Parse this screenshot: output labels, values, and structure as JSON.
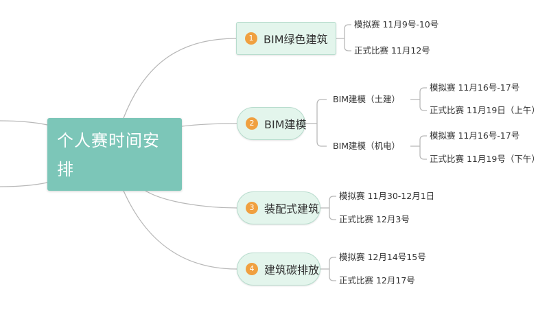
{
  "root": {
    "title": "个人赛时间安排"
  },
  "categories": [
    {
      "num": "1",
      "label": "BIM绿色建筑"
    },
    {
      "num": "2",
      "label": "BIM建模"
    },
    {
      "num": "3",
      "label": "装配式建筑"
    },
    {
      "num": "4",
      "label": "建筑碳排放"
    }
  ],
  "sub": {
    "green_mock": "模拟赛 11月9号-10号",
    "green_formal": "正式比赛 11月12号",
    "civil": "BIM建模（土建）",
    "civil_mock": "模拟赛 11月16号-17号",
    "civil_formal": "正式比赛 11月19日（上午）",
    "mep": "BIM建模（机电）",
    "mep_mock": "模拟赛 11月16号-17号",
    "mep_formal": "正式比赛 11月19号（下午）",
    "prefab_mock": "模拟赛 11月30-12月1日",
    "prefab_formal": "正式比赛 12月3号",
    "carbon_mock": "模拟赛 12月14号15号",
    "carbon_formal": "正式比赛 12月17号"
  },
  "colors": {
    "root_fill": "#7cc6b8",
    "node_fill": "#e3f5ec",
    "node_border": "#b7dccd",
    "badge": "#f0a040",
    "connector": "#b5b5b5"
  }
}
